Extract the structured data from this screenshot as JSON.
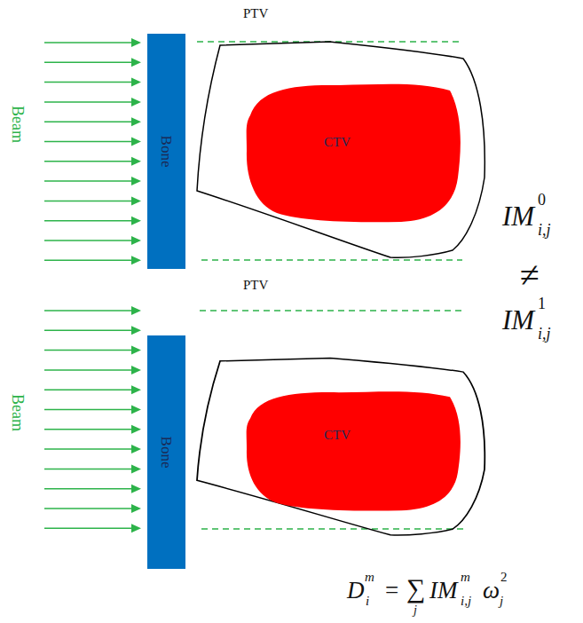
{
  "diagram": {
    "nodes": [
      {
        "text": [
          "Bone"
        ]
      },
      {
        "text": [
          "CTV"
        ]
      },
      {
        "text": [
          "Bone"
        ]
      },
      {
        "text": [
          "CTV"
        ]
      }
    ],
    "labels": [
      "Beam",
      "PTV",
      "IM",
      "0",
      "i,j",
      "≠",
      "IM",
      "1",
      "i,j",
      "PTV",
      "Beam",
      "D",
      "m",
      "i",
      "=",
      "∑",
      "j",
      "IM",
      "m",
      "i,j",
      "ω",
      "2",
      "j"
    ]
  }
}
